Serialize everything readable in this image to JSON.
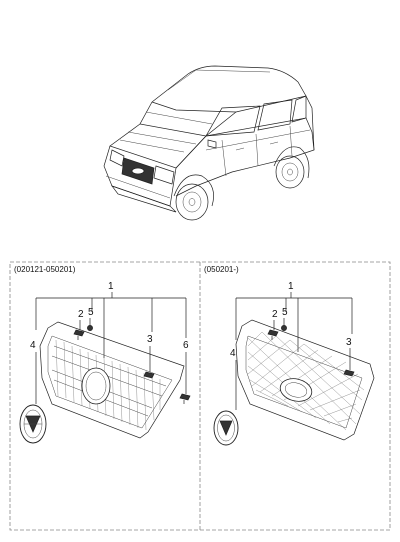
{
  "panels": [
    {
      "caption": "(020121-050201)",
      "callouts": [
        "1",
        "2",
        "5",
        "3",
        "4",
        "6"
      ]
    },
    {
      "caption": "(050201-)",
      "callouts": [
        "1",
        "2",
        "5",
        "3",
        "4"
      ]
    }
  ],
  "icons": [
    "car-illustration",
    "grille-icon",
    "emblem-icon",
    "screw-icon",
    "clip-icon"
  ],
  "colors": {
    "line": "#222222",
    "box_border": "#888888",
    "background": "#ffffff"
  }
}
